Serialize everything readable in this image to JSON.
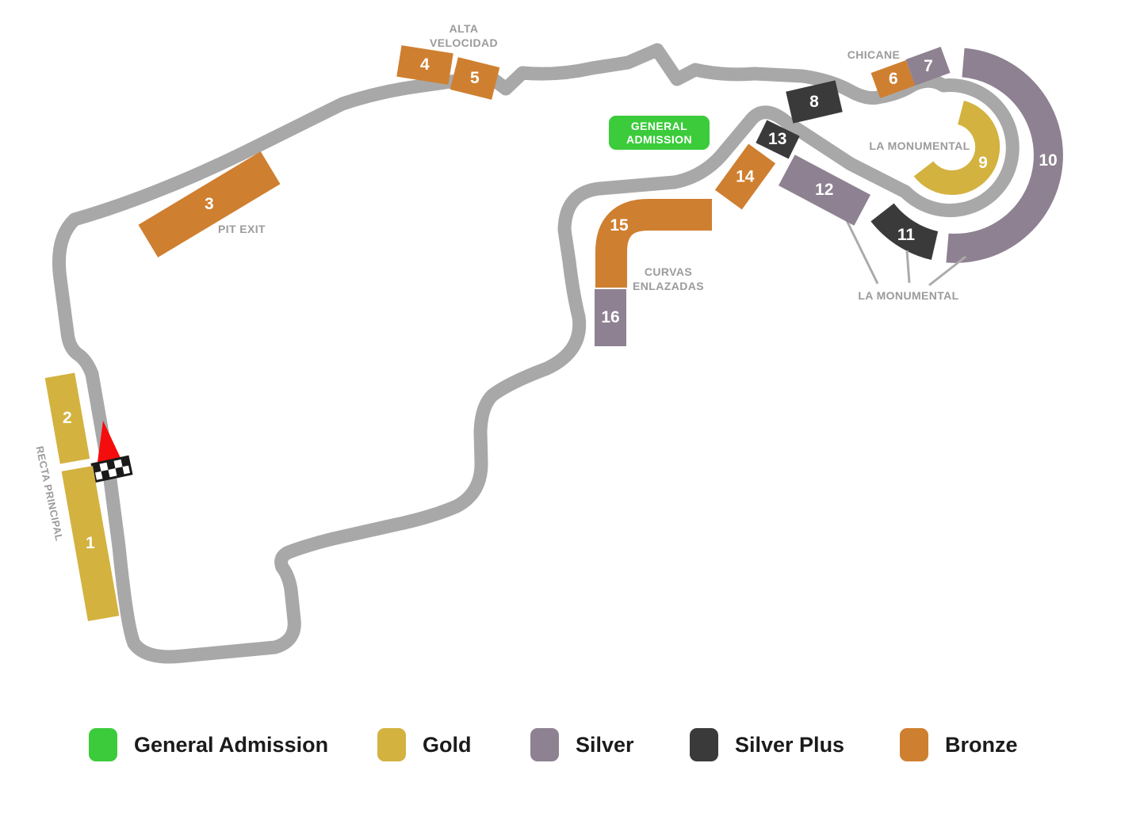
{
  "colors": {
    "general_admission": "#3BCB3B",
    "gold": "#D3B23F",
    "silver": "#8E8191",
    "silver_plus": "#3A3A3A",
    "bronze": "#CF7F30",
    "track": "#A8A8A8",
    "label_text": "#9B9B9B",
    "start_arrow": "#F50D0D"
  },
  "stands": [
    {
      "number": "1",
      "category": "Gold"
    },
    {
      "number": "2",
      "category": "Gold"
    },
    {
      "number": "3",
      "category": "Bronze"
    },
    {
      "number": "4",
      "category": "Bronze"
    },
    {
      "number": "5",
      "category": "Bronze"
    },
    {
      "number": "6",
      "category": "Bronze"
    },
    {
      "number": "7",
      "category": "Silver"
    },
    {
      "number": "8",
      "category": "Silver Plus"
    },
    {
      "number": "9",
      "category": "Gold"
    },
    {
      "number": "10",
      "category": "Silver"
    },
    {
      "number": "11",
      "category": "Silver Plus"
    },
    {
      "number": "12",
      "category": "Silver"
    },
    {
      "number": "13",
      "category": "Silver Plus"
    },
    {
      "number": "14",
      "category": "Bronze"
    },
    {
      "number": "15",
      "category": "Bronze"
    },
    {
      "number": "16",
      "category": "Silver"
    }
  ],
  "track_labels": {
    "alta_velocidad_line1": "ALTA",
    "alta_velocidad_line2": "VELOCIDAD",
    "chicane": "CHICANE",
    "pit_exit": "PIT EXIT",
    "la_monumental_inner": "LA MONUMENTAL",
    "curvas_line1": "CURVAS",
    "curvas_line2": "ENLAZADAS",
    "la_monumental_outer": "LA MONUMENTAL",
    "recta_principal": "RECTA PRINCIPAL"
  },
  "general_admission_badge": {
    "line1": "GENERAL",
    "line2": "ADMISSION"
  },
  "legend": {
    "items": [
      {
        "label": "General Admission",
        "color_key": "general_admission"
      },
      {
        "label": "Gold",
        "color_key": "gold"
      },
      {
        "label": "Silver",
        "color_key": "silver"
      },
      {
        "label": "Silver Plus",
        "color_key": "silver_plus"
      },
      {
        "label": "Bronze",
        "color_key": "bronze"
      }
    ]
  }
}
